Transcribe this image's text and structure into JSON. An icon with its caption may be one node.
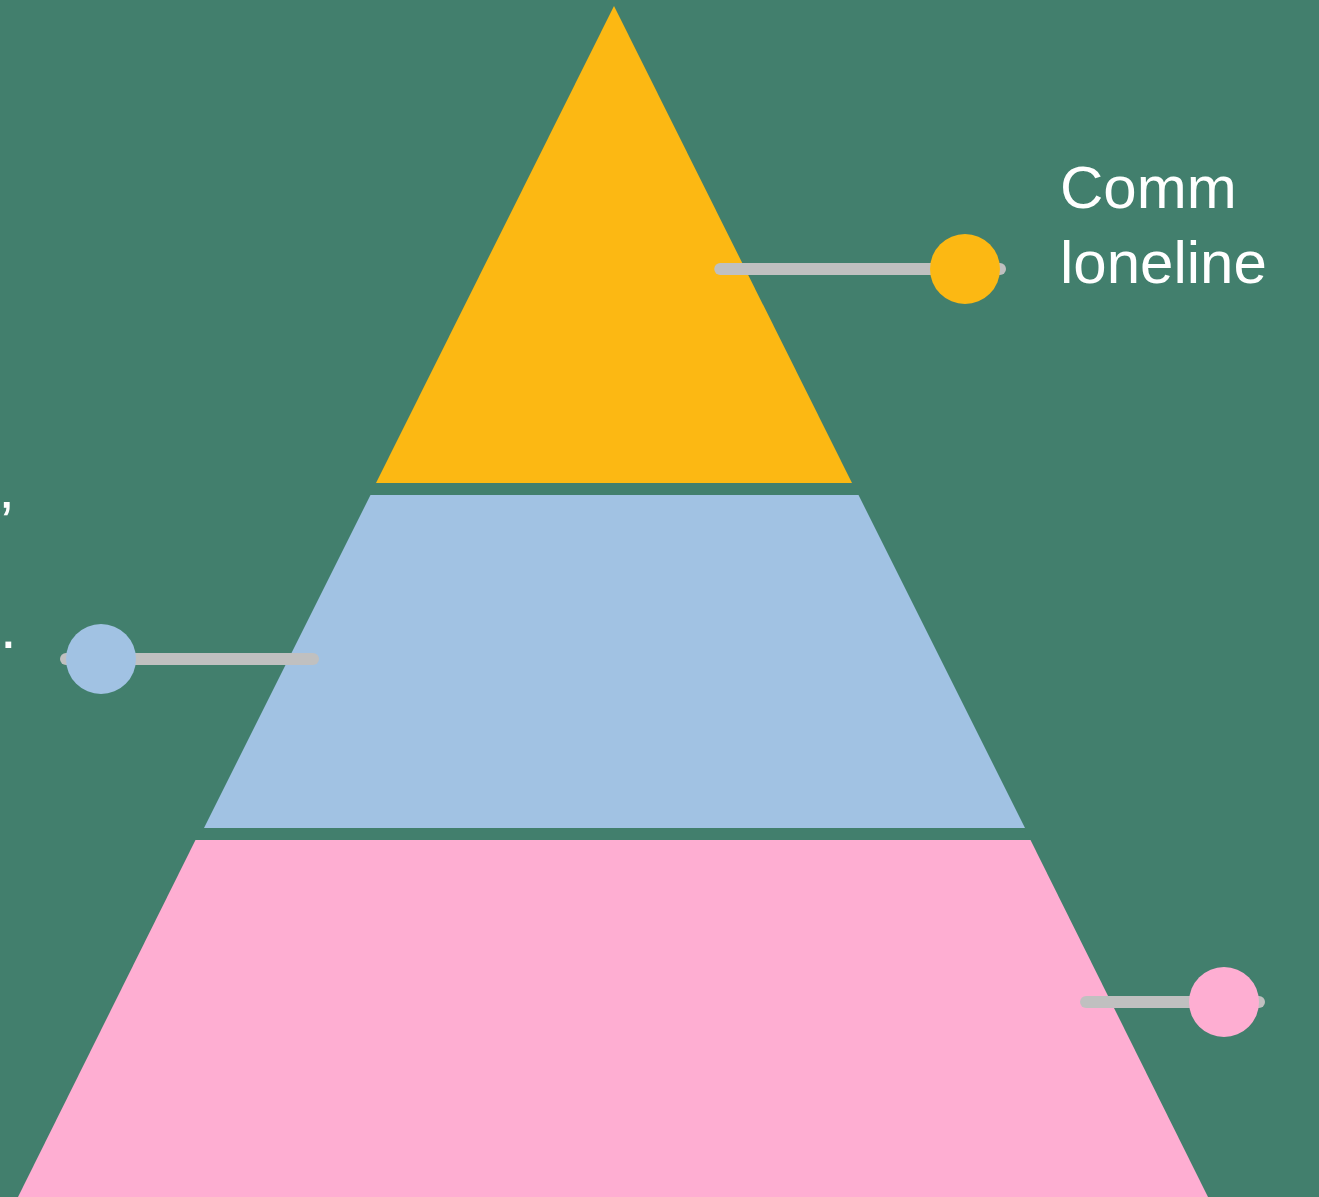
{
  "diagram": {
    "nodes": [
      {
        "text": [],
        "shape": "triangle"
      },
      {
        "text": [],
        "shape": "band"
      },
      {
        "text": [],
        "shape": "band"
      },
      {
        "text": [
          "Comm loneline"
        ]
      },
      {
        "text": [
          "’ ."
        ]
      }
    ],
    "edges": [
      {
        "from": 3,
        "to": 0,
        "arrow": "other"
      },
      {
        "from": 4,
        "to": 1,
        "arrow": "other"
      },
      {
        "from": null,
        "to": 2,
        "arrow": "other"
      }
    ]
  }
}
